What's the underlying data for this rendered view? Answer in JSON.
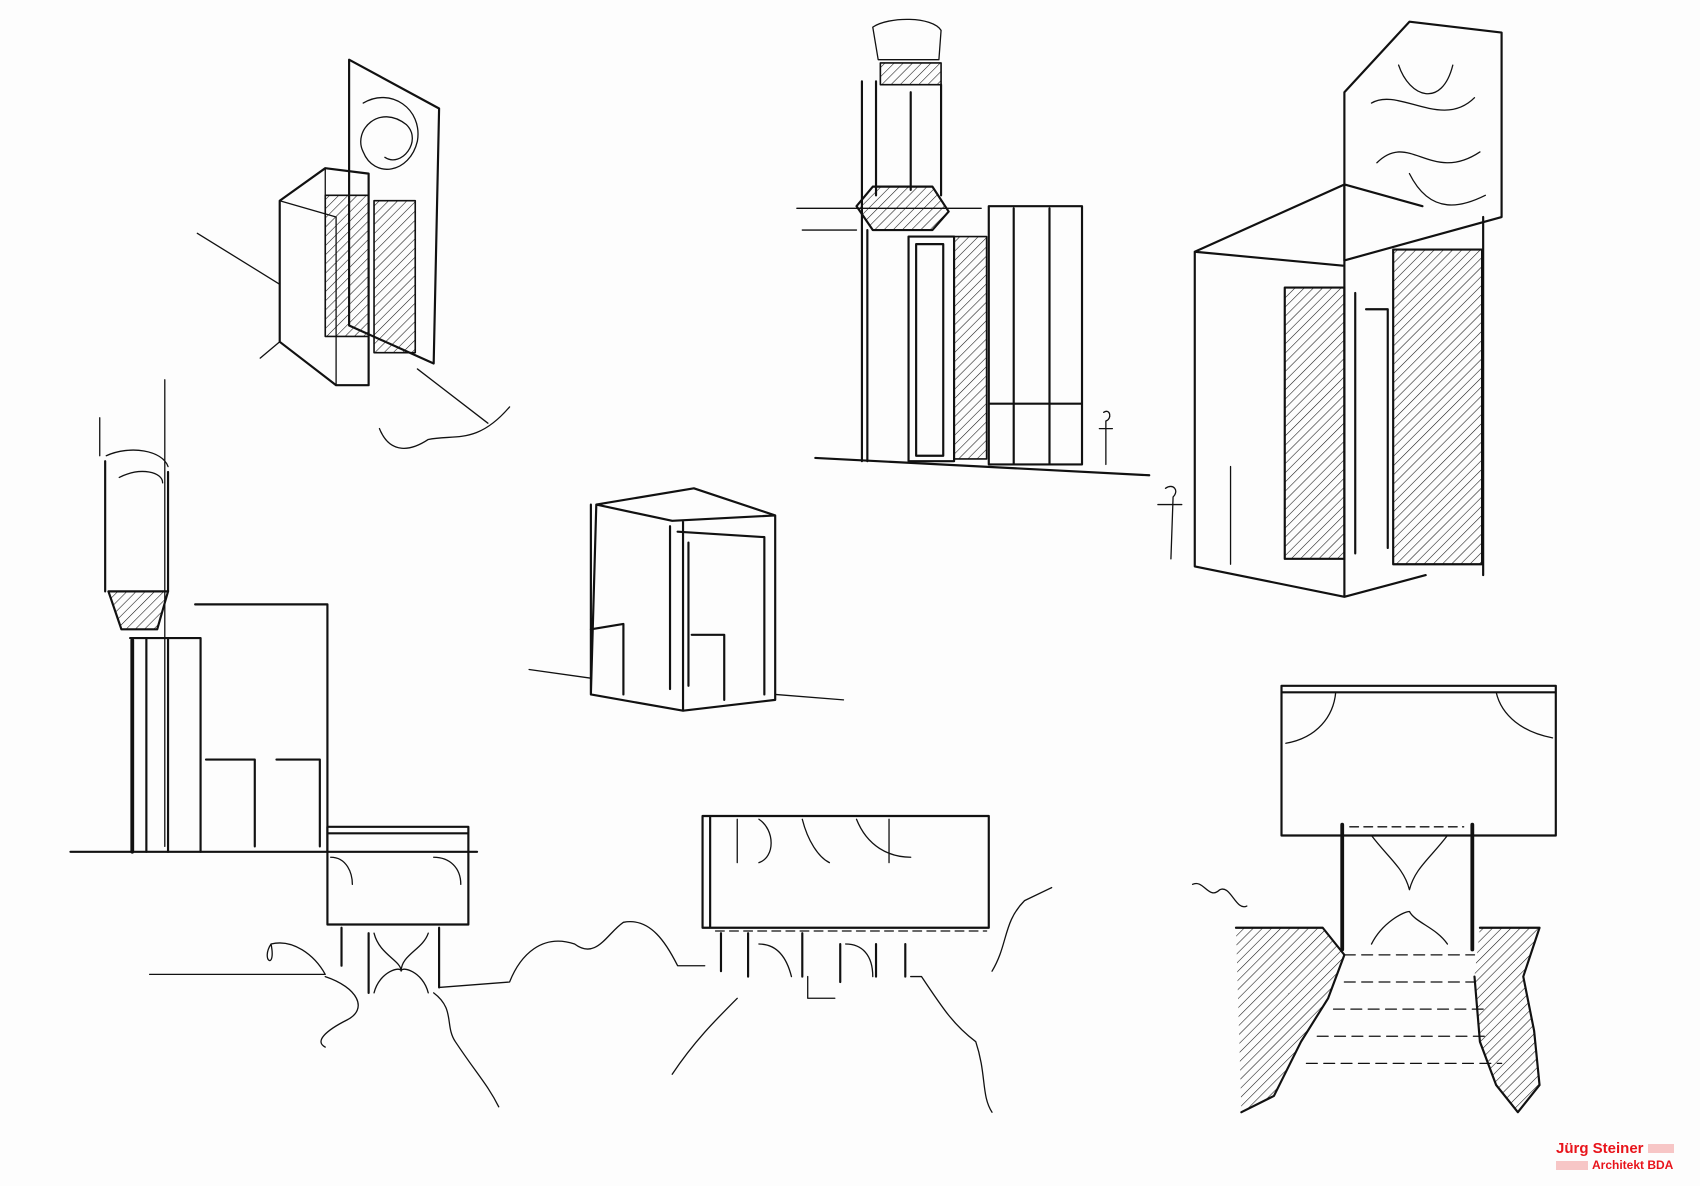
{
  "logo": {
    "name": "Jürg Steiner",
    "subtitle": "Architekt BDA",
    "color": "#e8141b"
  },
  "sketches": [
    "perspective-portal-small",
    "elevation-tower-center",
    "perspective-portal-large",
    "elevation-tower-left",
    "perspective-box",
    "plan-left",
    "plan-center",
    "plan-right"
  ]
}
